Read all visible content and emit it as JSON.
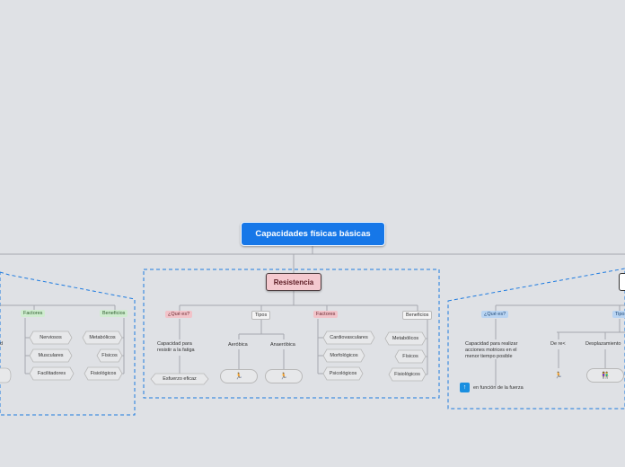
{
  "title": "Capacidades físicas básicas",
  "center": {
    "title": "Resistencia",
    "que_es": {
      "label": "¿Qué es?",
      "definition": "Capacidad para resistir a la fatiga",
      "example": "Esfuerzo eficaz"
    },
    "tipos": {
      "label": "Tipos",
      "items": [
        "Aeróbica",
        "Anaeróbica"
      ]
    },
    "factores": {
      "label": "Factores",
      "items": [
        "Cardiovasculares",
        "Morfológicos",
        "Psicológicos"
      ]
    },
    "beneficios": {
      "label": "Beneficios",
      "items": [
        "Metabólicos",
        "Físicos",
        "Fisiológicos"
      ]
    }
  },
  "left": {
    "factores": {
      "label": "Factores",
      "items": [
        "Nerviosos",
        "Musculares",
        "Facilitadores"
      ]
    },
    "beneficios": {
      "label": "Beneficios",
      "items": [
        "Metabólicos",
        "Físicos",
        "Fisiológicos"
      ]
    },
    "partial_text": "d"
  },
  "right": {
    "que_es": {
      "label": "¿Qué es?",
      "definition": "Capacidad para realizar acciones motrices en el menor tiempo posible",
      "note": "en función de la fuerza"
    },
    "tipos": {
      "label": "Tipos",
      "items": [
        "De re<",
        "Desplazamiento"
      ]
    }
  },
  "colors": {
    "background": "#dfe1e5",
    "root": "#1677e8",
    "dashed_border": "#1e7be0",
    "resistencia": "#f4c9cf"
  }
}
